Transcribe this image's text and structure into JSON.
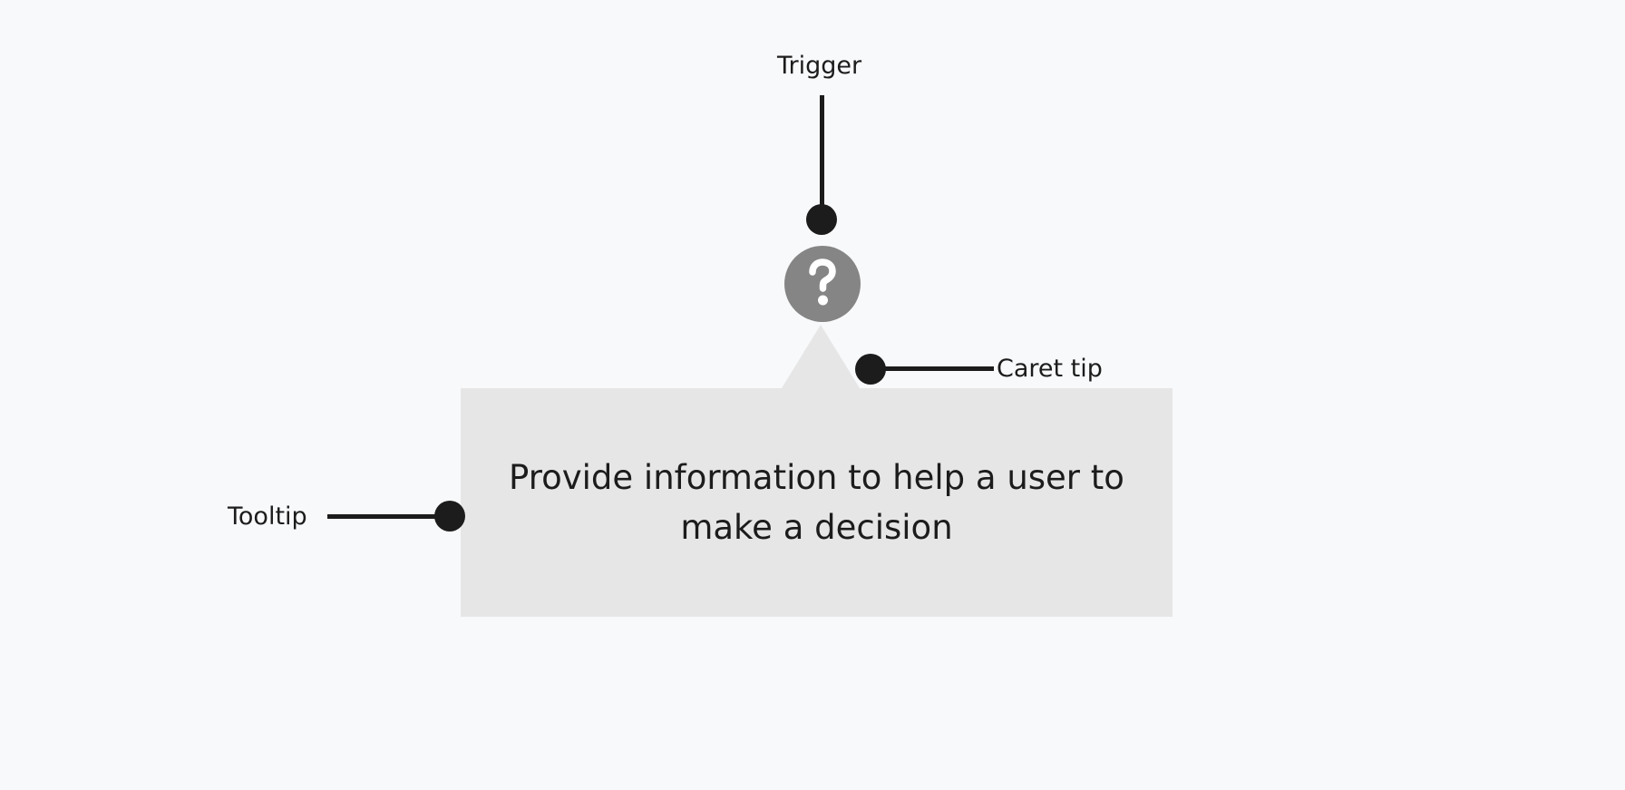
{
  "annotations": {
    "trigger_label": "Trigger",
    "caret_tip_label": "Caret tip",
    "tooltip_label": "Tooltip"
  },
  "tooltip": {
    "text": "Provide information to help a user to make a decision"
  },
  "trigger": {
    "icon": "question-mark-icon",
    "glyph": "?"
  },
  "colors": {
    "background": "#f8f9fb",
    "tooltip_fill": "#e6e6e6",
    "trigger_fill": "#858585",
    "annotation": "#1c1c1c"
  }
}
